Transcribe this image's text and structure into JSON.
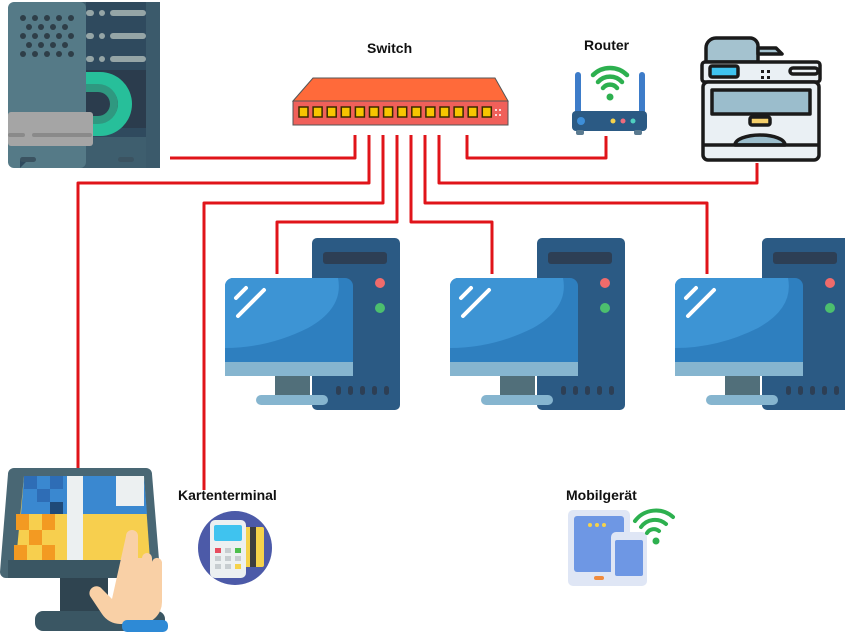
{
  "labels": {
    "switch": "Switch",
    "router": "Router",
    "card_terminal": "Kartenterminal",
    "mobile": "Mobilgerät"
  },
  "devices": [
    {
      "id": "server",
      "icon": "server-tower-icon",
      "label": ""
    },
    {
      "id": "switch",
      "icon": "network-switch-icon",
      "label": "Switch"
    },
    {
      "id": "router",
      "icon": "wifi-router-icon",
      "label": "Router"
    },
    {
      "id": "printer",
      "icon": "multifunction-printer-icon",
      "label": ""
    },
    {
      "id": "workstation-1",
      "icon": "desktop-computer-icon",
      "label": ""
    },
    {
      "id": "workstation-2",
      "icon": "desktop-computer-icon",
      "label": ""
    },
    {
      "id": "workstation-3",
      "icon": "desktop-computer-icon",
      "label": ""
    },
    {
      "id": "pos-terminal",
      "icon": "touchscreen-pos-icon",
      "label": ""
    },
    {
      "id": "card-terminal",
      "icon": "card-terminal-icon",
      "label": "Kartenterminal"
    },
    {
      "id": "mobile",
      "icon": "mobile-devices-wifi-icon",
      "label": "Mobilgerät"
    }
  ],
  "connections": [
    {
      "from": "switch",
      "to": "server",
      "type": "wired"
    },
    {
      "from": "switch",
      "to": "pos-terminal",
      "type": "wired"
    },
    {
      "from": "switch",
      "to": "card-terminal",
      "type": "wired"
    },
    {
      "from": "switch",
      "to": "workstation-1",
      "type": "wired"
    },
    {
      "from": "switch",
      "to": "workstation-2",
      "type": "wired"
    },
    {
      "from": "switch",
      "to": "workstation-3",
      "type": "wired"
    },
    {
      "from": "switch",
      "to": "printer",
      "type": "wired"
    },
    {
      "from": "switch",
      "to": "router",
      "type": "wired"
    },
    {
      "from": "router",
      "to": "mobile",
      "type": "wireless"
    }
  ],
  "colors": {
    "cable": "#e0141a",
    "switch_body": "#f0605a",
    "switch_top": "#ff6a3a",
    "port": "#f7c500",
    "wifi": "#2db04f",
    "monitor": "#3a8fd0",
    "tower": "#2b5a84"
  }
}
